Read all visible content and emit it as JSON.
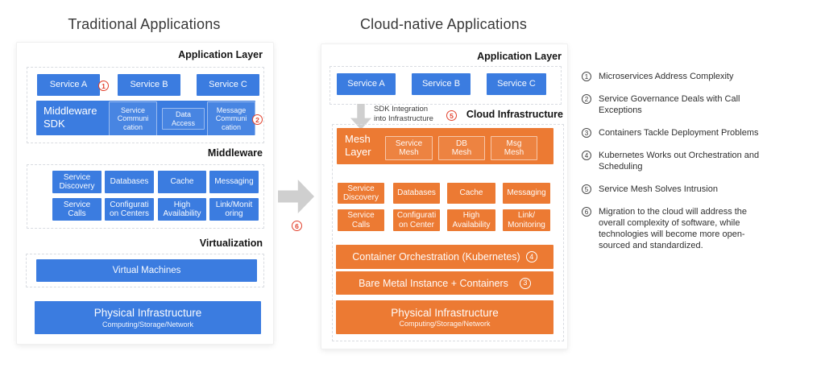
{
  "colors": {
    "blue": "#3b7ce0",
    "orange": "#ec7a33",
    "badge_red": "#e2402c",
    "arrow_gray": "#cfcfcf"
  },
  "left_panel": {
    "title": "Traditional Applications",
    "app_layer_label": "Application Layer",
    "services": [
      "Service A",
      "Service B",
      "Service C"
    ],
    "sdk": {
      "label": "Middleware\nSDK",
      "items": [
        "Service\nCommuni\ncation",
        "Data\nAccess",
        "Message\nCommuni\ncation"
      ]
    },
    "middleware_label": "Middleware",
    "mw_row1": [
      "Service\nDiscovery",
      "Databases",
      "Cache",
      "Messaging"
    ],
    "mw_row2": [
      "Service\nCalls",
      "Configurati\non Centers",
      "High\nAvailability",
      "Link/Monit\noring"
    ],
    "virtualization_label": "Virtualization",
    "vm_label": "Virtual Machines",
    "physical": {
      "title": "Physical Infrastructure",
      "subtitle": "Computing/Storage/Network"
    }
  },
  "right_panel": {
    "title": "Cloud-native Applications",
    "app_layer_label": "Application Layer",
    "services": [
      "Service A",
      "Service B",
      "Service C"
    ],
    "arrow_note": "SDK Integration\ninto Infrastructure",
    "cloud_infra_label": "Cloud Infrastructure",
    "mesh": {
      "label": "Mesh\nLayer",
      "items": [
        "Service\nMesh",
        "DB\nMesh",
        "Msg\nMesh"
      ]
    },
    "mw_row1": [
      "Service\nDiscovery",
      "Databases",
      "Cache",
      "Messaging"
    ],
    "mw_row2": [
      "Service\nCalls",
      "Configurati\non Center",
      "High\nAvailability",
      "Link/\nMonitoring"
    ],
    "orchestration": {
      "label": "Container Orchestration (Kubernetes)",
      "badge": "4"
    },
    "bare_metal": {
      "label": "Bare Metal Instance + Containers",
      "badge": "3"
    },
    "physical": {
      "title": "Physical Infrastructure",
      "subtitle": "Computing/Storage/Network"
    }
  },
  "badges": {
    "b1": "1",
    "b2": "2",
    "b5": "5",
    "b6": "6"
  },
  "notes": [
    {
      "num": "1",
      "text": "Microservices Address Complexity"
    },
    {
      "num": "2",
      "text": "Service Governance Deals with Call\nExceptions"
    },
    {
      "num": "3",
      "text": "Containers Tackle Deployment Problems"
    },
    {
      "num": "4",
      "text": "Kubernetes Works out Orchestration and\nScheduling"
    },
    {
      "num": "5",
      "text": "Service Mesh Solves Intrusion"
    },
    {
      "num": "6",
      "text": "Migration to the cloud will address the\noverall complexity of software, while\ntechnologies will become more open-\nsourced and standardized."
    }
  ]
}
